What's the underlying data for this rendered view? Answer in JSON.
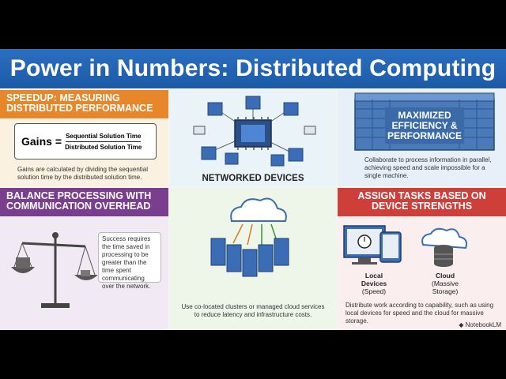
{
  "title": "Power in Numbers: Distributed Computing",
  "speedup": {
    "header_line1": "SPEEDUP: MEASURING",
    "header_line2": "DISTRIBUTED PERFORMANCE",
    "gains": "Gains",
    "equals": "=",
    "numerator": "Sequential Solution Time",
    "denominator": "Distributed Solution Time",
    "description": "Gains are calculated by dividing the sequential solution time by the distributed solution time."
  },
  "networked": {
    "label": "NETWORKED DEVICES"
  },
  "efficiency": {
    "title_line1": "MAXIMIZED",
    "title_line2": "EFFICIENCY &",
    "title_line3": "PERFORMANCE",
    "description": "Collaborate to process information in parallel, achieving speed and scale impossible for a single machine."
  },
  "balance": {
    "header_line1": "BALANCE PROCESSING WITH",
    "header_line2": "COMMUNICATION OVERHEAD",
    "callout": "Success requires the time saved in processing to be greater than the time spent communicating over the network."
  },
  "cloud_clusters": {
    "description": "Use co-located clusters or managed cloud services to reduce latency and infrastructure costs."
  },
  "assign": {
    "header_line1": "ASSIGN TASKS BASED ON",
    "header_line2": "DEVICE STRENGTHS",
    "local_label_1": "Local",
    "local_label_2": "Devices",
    "local_sub": "(Speed)",
    "cloud_label": "Cloud",
    "cloud_sub_1": "(Massive",
    "cloud_sub_2": "Storage)",
    "description": "Distribute work according to capability, such as using local devices for speed and the cloud for massive storage."
  },
  "logo": "NotebookLM",
  "colors": {
    "title_blue": "#1d5aa6",
    "orange": "#e8862a",
    "purple": "#7a3e8f",
    "red": "#cf3f3a"
  }
}
